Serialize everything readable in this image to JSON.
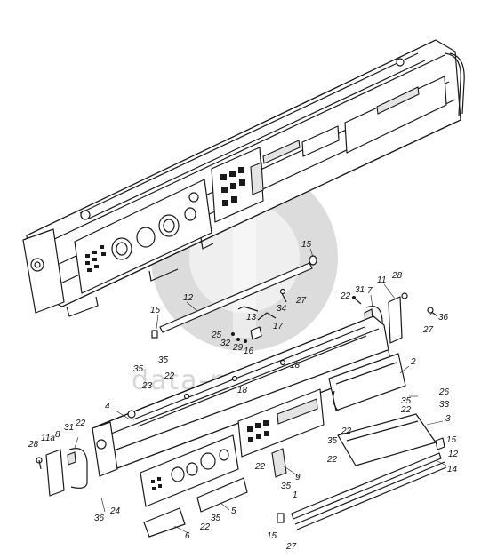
{
  "watermark": {
    "text": "data-parts"
  },
  "callouts": [
    {
      "id": "c15a",
      "label": "15"
    },
    {
      "id": "c12a",
      "label": "12"
    },
    {
      "id": "c15b",
      "label": "15"
    },
    {
      "id": "c13",
      "label": "13"
    },
    {
      "id": "c17",
      "label": "17"
    },
    {
      "id": "c34",
      "label": "34"
    },
    {
      "id": "c27a",
      "label": "27"
    },
    {
      "id": "c25",
      "label": "25"
    },
    {
      "id": "c32",
      "label": "32"
    },
    {
      "id": "c29",
      "label": "29"
    },
    {
      "id": "c16",
      "label": "16"
    },
    {
      "id": "c22a",
      "label": "22"
    },
    {
      "id": "c31a",
      "label": "31"
    },
    {
      "id": "c11",
      "label": "11"
    },
    {
      "id": "c28a",
      "label": "28"
    },
    {
      "id": "c7",
      "label": "7"
    },
    {
      "id": "c36a",
      "label": "36"
    },
    {
      "id": "c27b",
      "label": "27"
    },
    {
      "id": "c35a",
      "label": "35"
    },
    {
      "id": "c35b",
      "label": "35"
    },
    {
      "id": "c22b",
      "label": "22"
    },
    {
      "id": "c23",
      "label": "23"
    },
    {
      "id": "c18a",
      "label": "18"
    },
    {
      "id": "c18b",
      "label": "18"
    },
    {
      "id": "c2",
      "label": "2"
    },
    {
      "id": "c4",
      "label": "4"
    },
    {
      "id": "c26",
      "label": "26"
    },
    {
      "id": "c33",
      "label": "33"
    },
    {
      "id": "c35c",
      "label": "35"
    },
    {
      "id": "c22c",
      "label": "22"
    },
    {
      "id": "c3",
      "label": "3"
    },
    {
      "id": "c22d",
      "label": "22"
    },
    {
      "id": "c35d",
      "label": "35"
    },
    {
      "id": "c15c",
      "label": "15"
    },
    {
      "id": "c12b",
      "label": "12"
    },
    {
      "id": "c22e",
      "label": "22"
    },
    {
      "id": "c14",
      "label": "14"
    },
    {
      "id": "c11a",
      "label": "11a"
    },
    {
      "id": "c8",
      "label": "8"
    },
    {
      "id": "c31b",
      "label": "31"
    },
    {
      "id": "c22f",
      "label": "22"
    },
    {
      "id": "c28b",
      "label": "28"
    },
    {
      "id": "c22g",
      "label": "22"
    },
    {
      "id": "c35e",
      "label": "35"
    },
    {
      "id": "c9",
      "label": "9"
    },
    {
      "id": "c1",
      "label": "1"
    },
    {
      "id": "c36b",
      "label": "36"
    },
    {
      "id": "c24",
      "label": "24"
    },
    {
      "id": "c5",
      "label": "5"
    },
    {
      "id": "c35f",
      "label": "35"
    },
    {
      "id": "c22h",
      "label": "22"
    },
    {
      "id": "c6",
      "label": "6"
    },
    {
      "id": "c15d",
      "label": "15"
    },
    {
      "id": "c27c",
      "label": "27"
    }
  ]
}
